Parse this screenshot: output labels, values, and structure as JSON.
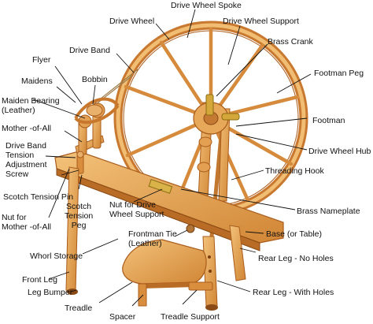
{
  "colors": {
    "wood_light": "#f0bd72",
    "wood_mid": "#d98e3e",
    "wood_dark": "#a95c1c",
    "leader_line": "#111111",
    "text": "#111111",
    "background": "#ffffff"
  },
  "labels": {
    "drive_wheel_spoke": "Drive Wheel Spoke",
    "drive_wheel": "Drive Wheel",
    "drive_wheel_support": "Drive Wheel Support",
    "brass_crank": "Brass Crank",
    "drive_band": "Drive Band",
    "flyer": "Flyer",
    "footman_peg": "Footman Peg",
    "maidens": "Maidens",
    "bobbin": "Bobbin",
    "maiden_bearing": "Maiden Bearing\n(Leather)",
    "footman": "Footman",
    "mother_of_all": "Mother -of-All",
    "drive_wheel_hub": "Drive Wheel Hub",
    "drive_band_tension": "Drive Band\nTension\nAdjustment\nScrew",
    "threading_hook": "Threading Hook",
    "scotch_tension_pin": "Scotch Tension Pin",
    "nut_for_drive_wheel_support": "Nut for Drive\nWheel Support",
    "scotch_tension_peg": "Scotch\nTension\nPeg",
    "brass_nameplate": "Brass Nameplate",
    "nut_for_mother": "Nut for\nMother -of-All",
    "base": "Base (or Table)",
    "frontman_tie": "Frontman Tie\n(Leather)",
    "whorl_storage": "Whorl Storage",
    "rear_leg_no_holes": "Rear Leg - No Holes",
    "front_leg": "Front Leg",
    "leg_bumper": "Leg Bumper",
    "rear_leg_with_holes": "Rear Leg - With Holes",
    "treadle": "Treadle",
    "spacer": "Spacer",
    "treadle_support": "Treadle Support"
  }
}
